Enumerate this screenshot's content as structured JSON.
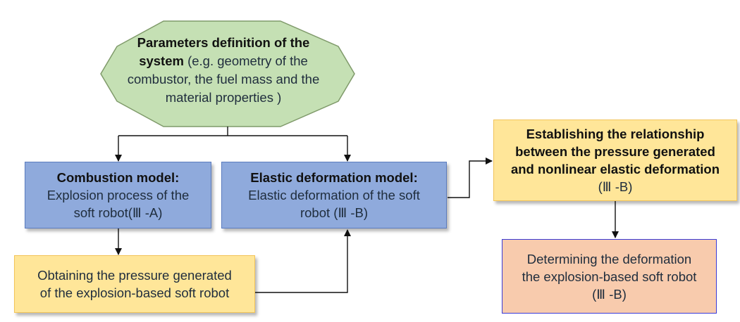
{
  "colors": {
    "octagon_fill": "#c5e0b4",
    "octagon_stroke": "#7f9a6a",
    "blue_box": "#8faadc",
    "yellow_box": "#ffe699",
    "peach_box": "#f8cbad",
    "arrow": "#111111"
  },
  "nodes": {
    "parameters": {
      "bold": "Parameters definition of the system",
      "text": "(e.g. geometry of the combustor, the fuel mass and the material properties )"
    },
    "combustion": {
      "title": "Combustion model",
      "line1": "Explosion process of the",
      "line2": "soft robot(Ⅲ -A)"
    },
    "elastic": {
      "title": "Elastic deformation model",
      "line1": "Elastic deformation  of the soft",
      "line2": "robot (Ⅲ -B)"
    },
    "pressure": {
      "line1": "Obtaining the pressure generated",
      "line2": "of the explosion-based soft robot"
    },
    "relationship": {
      "line1": "Establishing the relationship",
      "line2": "between the pressure generated",
      "line3": "and nonlinear elastic deformation",
      "line4": "(Ⅲ -B)"
    },
    "determining": {
      "line1": "Determining the deformation",
      "line2": "the explosion-based soft robot",
      "line3": "(Ⅲ -B)"
    }
  }
}
